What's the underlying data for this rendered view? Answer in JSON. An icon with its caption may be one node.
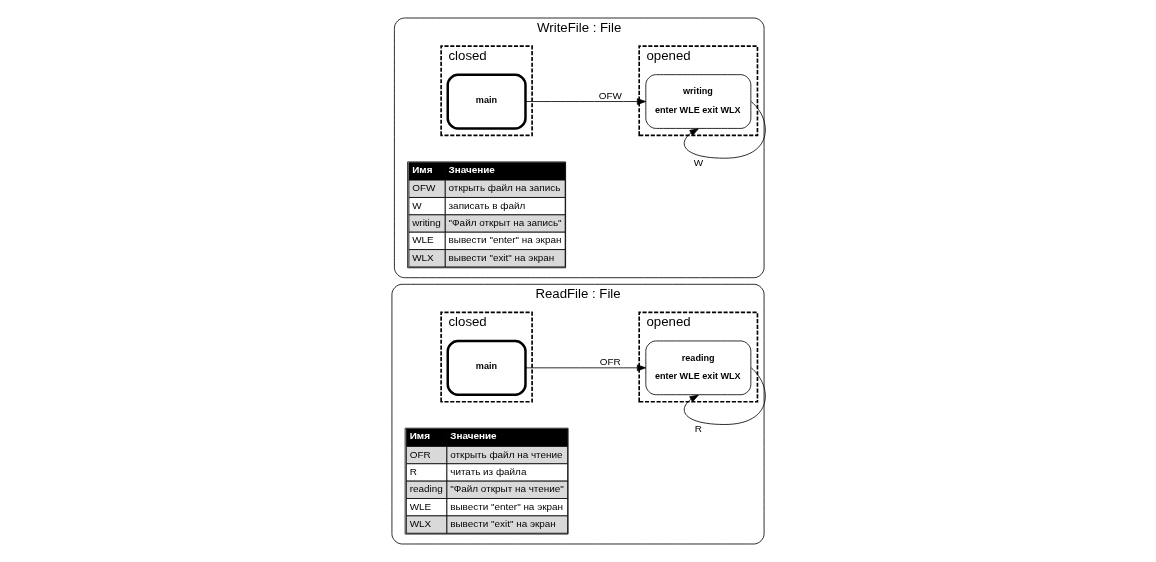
{
  "diagram": {
    "nodes": [
      {
        "text": [
          "ReadFile : File"
        ]
      },
      {
        "text": [
          "closed"
        ],
        "in": 0
      },
      {
        "text": [
          "main"
        ],
        "in": 1
      },
      {
        "text": [
          "opened"
        ],
        "in": 0
      },
      {
        "text": [
          "reading",
          "enter WLE exit WLX"
        ],
        "in": 3
      },
      {
        "text": [
          "WriteFile : File"
        ]
      },
      {
        "text": [
          "closed"
        ],
        "in": 5
      },
      {
        "text": [
          "main"
        ],
        "in": 6
      },
      {
        "text": [
          "opened"
        ],
        "in": 5
      },
      {
        "text": [
          "writing",
          "enter WLE exit WLX"
        ],
        "in": 8
      }
    ],
    "edges": [
      {
        "from": 2,
        "to": 4,
        "arrow": "to",
        "label": "OFR"
      },
      {
        "from": 4,
        "to": 4,
        "arrow": "to",
        "label": "R"
      },
      {
        "from": 7,
        "to": 9,
        "arrow": "to",
        "label": "OFW"
      },
      {
        "from": 9,
        "to": 9,
        "arrow": "to",
        "label": "W"
      }
    ],
    "labels": [
      "Имя",
      "Значение",
      "OFR",
      "открыть файл на чтение",
      "R",
      "читать из файла",
      "reading",
      "\"Файл открыт на чтение\"",
      "WLE",
      "вывести \"enter\" на экран",
      "WLX",
      "вывести \"exit\" на экран",
      "Имя",
      "Значение",
      "OFW",
      "открыть файл на запись",
      "W",
      "записать в файл",
      "writing",
      "\"Файл открыт на запись\"",
      "WLE",
      "вывести \"enter\" на экран",
      "WLX",
      "вывести \"exit\" на экран"
    ]
  }
}
